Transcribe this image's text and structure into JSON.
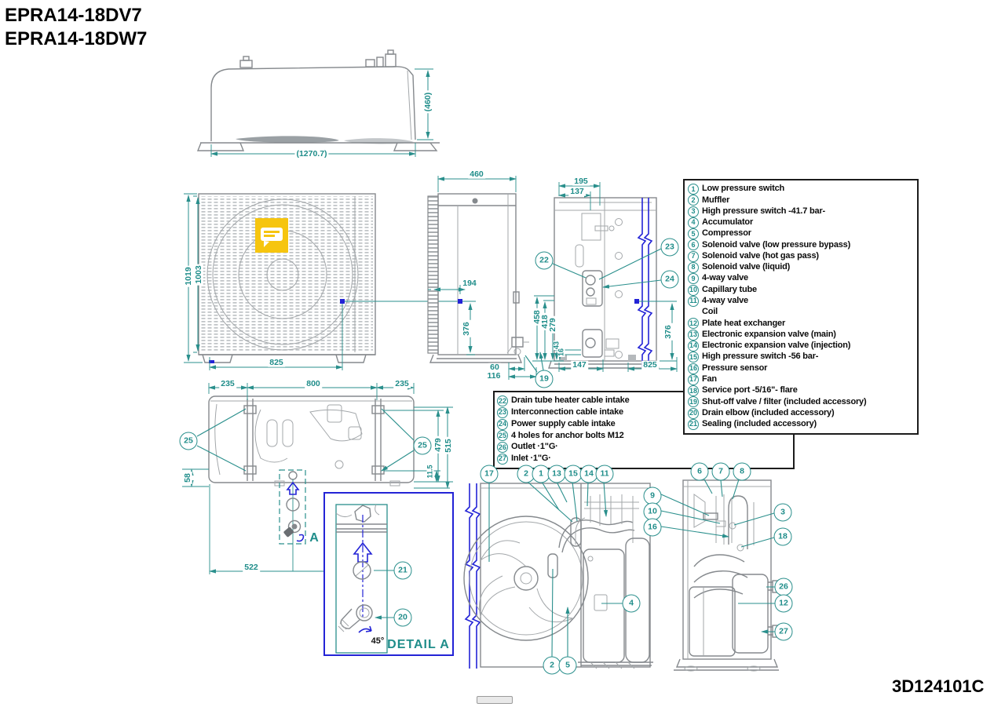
{
  "header": {
    "model_1": "EPRA14-18DV7",
    "model_2": "EPRA14-18DW7"
  },
  "footer": {
    "drawing_number": "3D124101C"
  },
  "colors": {
    "teal": "#2a8f8c",
    "blue": "#2323d6",
    "line_grey": "#85898d",
    "logo_yellow": "#f6c50f"
  },
  "parts_legend": {
    "items": [
      {
        "num": "1",
        "label": "Low pressure switch"
      },
      {
        "num": "2",
        "label": "Muffler"
      },
      {
        "num": "3",
        "label": "High pressure switch -41.7 bar-"
      },
      {
        "num": "4",
        "label": "Accumulator"
      },
      {
        "num": "5",
        "label": "Compressor"
      },
      {
        "num": "6",
        "label": "Solenoid valve (low pressure bypass)"
      },
      {
        "num": "7",
        "label": "Solenoid valve (hot gas pass)"
      },
      {
        "num": "8",
        "label": "Solenoid valve (liquid)"
      },
      {
        "num": "9",
        "label": "4-way valve"
      },
      {
        "num": "10",
        "label": "Capillary tube"
      },
      {
        "num": "11",
        "label": "4-way valve"
      },
      {
        "num": "",
        "label": "Coil"
      },
      {
        "num": "12",
        "label": "Plate heat exchanger"
      },
      {
        "num": "13",
        "label": "Electronic expansion valve (main)"
      },
      {
        "num": "14",
        "label": "Electronic expansion valve (injection)"
      },
      {
        "num": "15",
        "label": "High pressure switch -56 bar-"
      },
      {
        "num": "16",
        "label": "Pressure sensor"
      },
      {
        "num": "17",
        "label": "Fan"
      },
      {
        "num": "18",
        "label": "Service port -5/16\"- flare"
      },
      {
        "num": "19",
        "label": "Shut-off valve / filter (included accessory)"
      },
      {
        "num": "20",
        "label": "Drain elbow (included accessory)"
      },
      {
        "num": "21",
        "label": "Sealing (included accessory)"
      }
    ]
  },
  "intake_legend": {
    "items": [
      {
        "num": "22",
        "label": "Drain tube heater cable intake"
      },
      {
        "num": "23",
        "label": "Interconnection cable intake"
      },
      {
        "num": "24",
        "label": "Power supply cable intake"
      },
      {
        "num": "25",
        "label": "4 holes for anchor bolts M12"
      },
      {
        "num": "26",
        "label": "Outlet ·1\"G·"
      },
      {
        "num": "27",
        "label": "Inlet ·1\"G·"
      }
    ]
  },
  "dims": {
    "top_h": "(460)",
    "top_w": "(1270.7)",
    "front_1019": "1019",
    "front_1003": "1003",
    "front_825": "825",
    "side_460": "460",
    "side_194": "194",
    "side_376": "376",
    "side_60": "60",
    "side_116": "116",
    "back_195": "195",
    "back_137": "137",
    "back_458": "458",
    "back_418": "418",
    "back_279": "279",
    "back_43": "43",
    "back_16": "16",
    "back_147": "147",
    "back_376": "376",
    "back_825": "825",
    "base_235l": "235",
    "base_800": "800",
    "base_235r": "235",
    "base_58": "58",
    "base_479": "479",
    "base_515": "515",
    "base_11_5": "11.5",
    "base_522": "522"
  },
  "detail": {
    "marker": "A",
    "angle": "45°",
    "label": "DETAIL A"
  },
  "callouts": {
    "c22": "22",
    "c23": "23",
    "c24": "24",
    "c19": "19",
    "c25a": "25",
    "c25b": "25",
    "c21": "21",
    "c20": "20",
    "c17": "17",
    "c2a": "2",
    "c1": "1",
    "c13": "13",
    "c15": "15",
    "c14": "14",
    "c11": "11",
    "c4": "4",
    "c2b": "2",
    "c5": "5",
    "c6": "6",
    "c7": "7",
    "c8": "8",
    "c9": "9",
    "c10": "10",
    "c16": "16",
    "c3": "3",
    "c18": "18",
    "c26": "26",
    "c12": "12",
    "c27": "27"
  }
}
